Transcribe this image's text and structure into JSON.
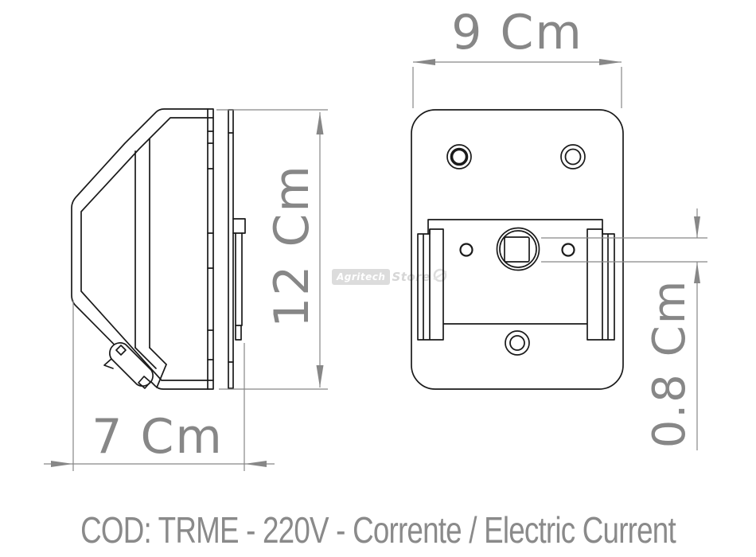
{
  "document_type": "technical-dimension-drawing",
  "views": {
    "side_view": "device side profile with mounting plate and hook",
    "front_view": "device back plate with screw holes, recess, rails and square socket"
  },
  "dimensions": {
    "front_width_label": "9 Cm",
    "overall_height_label": "12 Cm",
    "side_depth_label": "7 Cm",
    "socket_detail_label": "0.8 Cm"
  },
  "watermark": {
    "brand_left": "Agritech",
    "brand_right": "Store"
  },
  "caption": {
    "text": "COD: TRME - 220V - Corrente / Electric Current"
  },
  "colors": {
    "drawing_line": "#1a1a1a",
    "dimension_gray": "#878787",
    "caption_gray": "#8a8a8a",
    "watermark_gray": "#dcdcdc",
    "background": "#ffffff"
  }
}
